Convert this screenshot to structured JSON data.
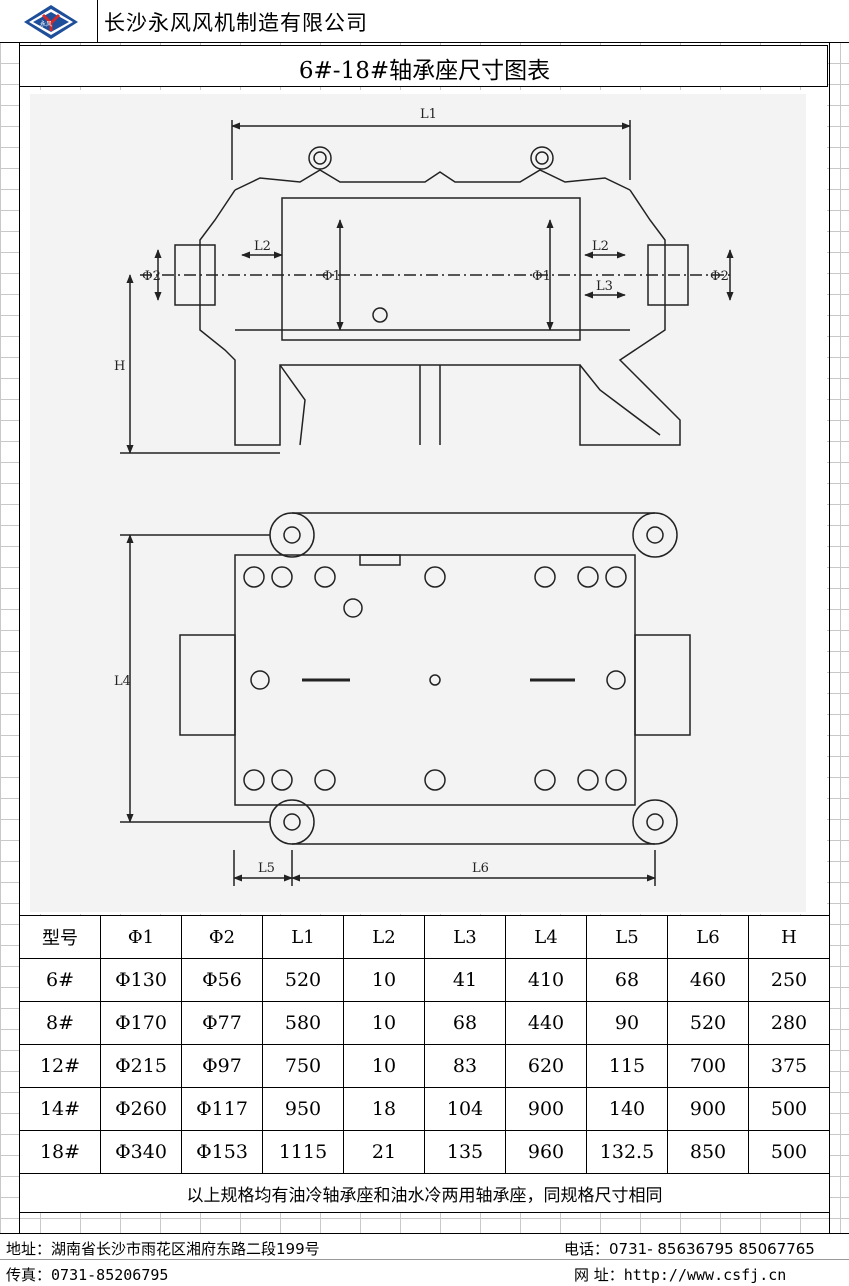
{
  "header": {
    "company": "长沙永风风机制造有限公司",
    "logo_text": "永风",
    "brand_color": "#1f4e9a",
    "accent_color": "#d22a2a"
  },
  "title": "6#-18#轴承座尺寸图表",
  "drawing": {
    "labels": {
      "L1": "L1",
      "L2": "L2",
      "L3": "L3",
      "L4": "L4",
      "L5": "L5",
      "L6": "L6",
      "H": "H",
      "phi1": "Φ1",
      "phi2": "Φ2"
    }
  },
  "table": {
    "headers": [
      "型号",
      "Φ1",
      "Φ2",
      "L1",
      "L2",
      "L3",
      "L4",
      "L5",
      "L6",
      "H"
    ],
    "rows": [
      [
        "6#",
        "Φ130",
        "Φ56",
        "520",
        "10",
        "41",
        "410",
        "68",
        "460",
        "250"
      ],
      [
        "8#",
        "Φ170",
        "Φ77",
        "580",
        "10",
        "68",
        "440",
        "90",
        "520",
        "280"
      ],
      [
        "12#",
        "Φ215",
        "Φ97",
        "750",
        "10",
        "83",
        "620",
        "115",
        "700",
        "375"
      ],
      [
        "14#",
        "Φ260",
        "Φ117",
        "950",
        "18",
        "104",
        "900",
        "140",
        "900",
        "500"
      ],
      [
        "18#",
        "Φ340",
        "Φ153",
        "1115",
        "21",
        "135",
        "960",
        "132.5",
        "850",
        "500"
      ]
    ],
    "note": "以上规格均有油冷轴承座和油水冷两用轴承座，同规格尺寸相同"
  },
  "footer": {
    "address_label": "地址：",
    "address": "湖南省长沙市雨花区湘府东路二段199号",
    "phone_label": "电话：",
    "phone": "0731- 85636795 85067765",
    "fax_label": "传真：",
    "fax": "0731-85206795",
    "web_label": "网  址：",
    "web": "http://www.csfj.cn"
  }
}
